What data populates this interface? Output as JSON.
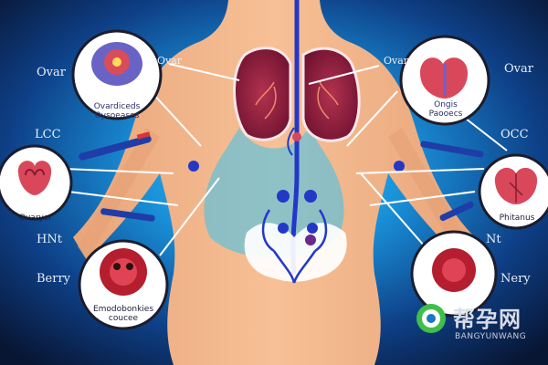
{
  "labels": {
    "left_ovar": "Ovar",
    "left_lcc": "LCC",
    "left_hnt": "HNt",
    "left_berry": "Berry",
    "left_ovar_inner": "Ovar",
    "right_ovar": "Ovar",
    "right_occ": "OCC",
    "right_nt": "Nt",
    "right_nery": "Nery",
    "right_ovar_inner": "Ovar"
  },
  "circle_captions": {
    "top_left": "Ovardiceds Oysoeases",
    "mid_left": "Ovaryer",
    "bottom_left": "Emodobonkies coucee",
    "top_right": "Ongis Paooecs",
    "mid_right": "Phitanus",
    "bottom_right": ""
  },
  "watermark": {
    "cn": "帮孕网",
    "en": "BANGYUNWANG",
    "color": "#3fbf4a"
  },
  "colors": {
    "background_center": "#1fb6ea",
    "background_edge": "#0a1a3e",
    "body": "#f4b98a",
    "lung": "#8b1d3a",
    "vessel": "#2438c7"
  }
}
